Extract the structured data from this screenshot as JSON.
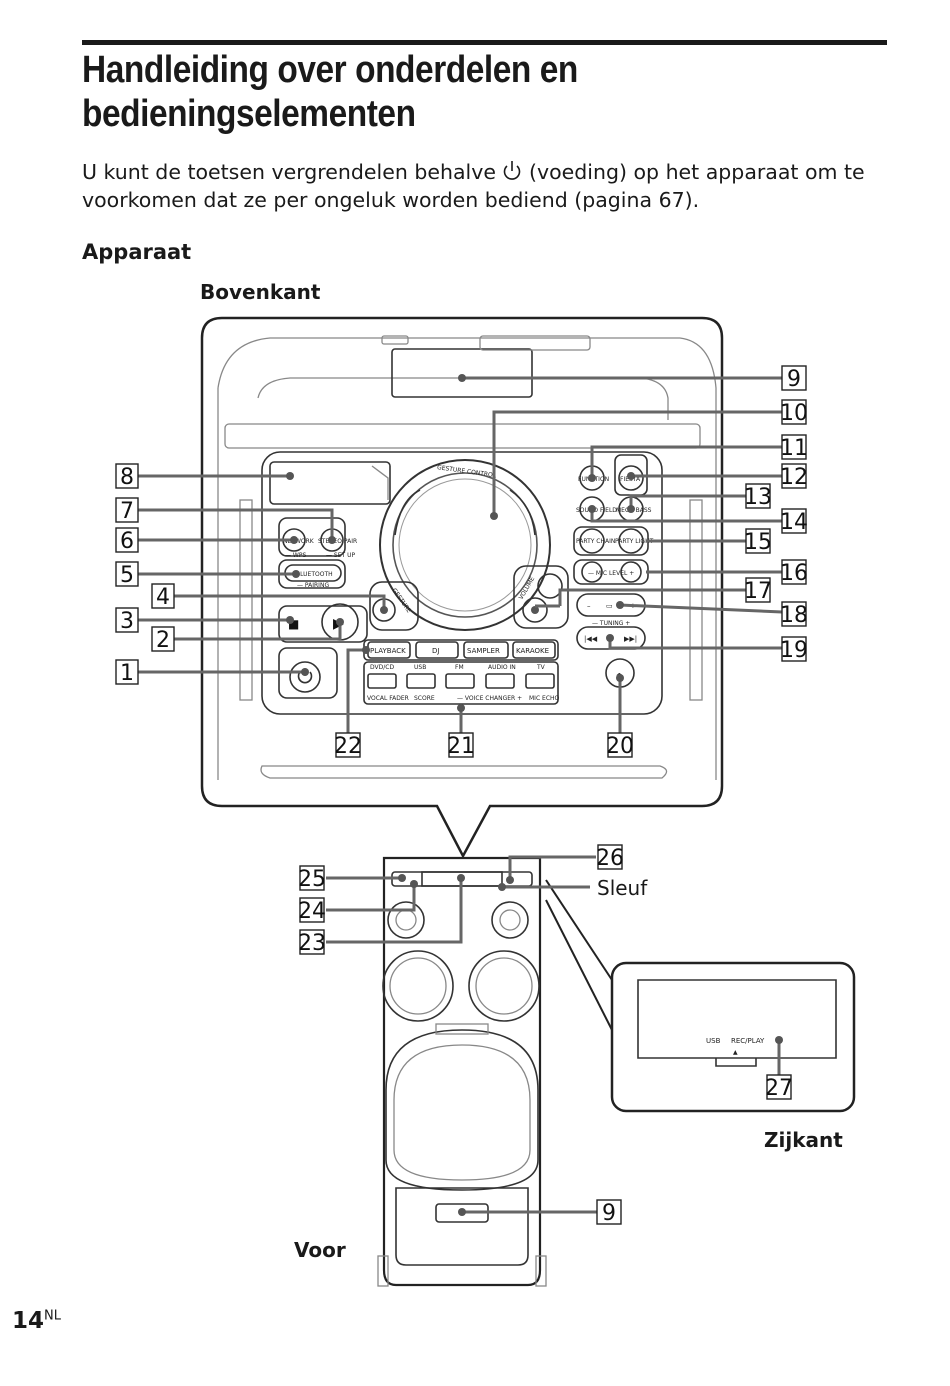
{
  "page": {
    "title_line1": "Handleiding over onderdelen en",
    "title_line2": "bedieningselementen",
    "intro_before": "U kunt de toetsen vergrendelen behalve ",
    "intro_after": " (voeding) op het apparaat om te voorkomen dat ze per ongeluk worden bediend (pagina 67).",
    "section": "Apparaat",
    "label_top": "Bovenkant",
    "label_front": "Voor",
    "label_side": "Zijkant",
    "label_slot": "Sleuf",
    "page_number": "14",
    "page_suffix": "NL"
  },
  "callouts": [
    "1",
    "2",
    "3",
    "4",
    "5",
    "6",
    "7",
    "8",
    "9",
    "10",
    "11",
    "12",
    "13",
    "14",
    "15",
    "16",
    "17",
    "18",
    "19",
    "20",
    "21",
    "22",
    "23",
    "24",
    "25",
    "26",
    "27",
    "9"
  ],
  "panel": {
    "gesture_control": "GESTURE CONTROL",
    "volume": "VOLUME",
    "gesture": "GESTURE",
    "gesture_btn": "ON OFF",
    "function": "FUNCTION",
    "fiesta": "FIESTA",
    "sound_field": "SOUND FIELD",
    "mega_bass": "MEGA BASS",
    "party_chain": "PARTY CHAIN",
    "party_light": "PARTY LIGHT",
    "mic_level": "— MIC LEVEL +",
    "tuning": "— TUNING +",
    "network": "NETWORK",
    "wps": "— WPS",
    "stereo_pair": "STEREO PAIR",
    "set_up": "— SET UP",
    "bluetooth": "BLUETOOTH",
    "pairing": "— PAIRING",
    "modes": [
      "PLAYBACK",
      "DJ",
      "SAMPLER",
      "KARAOKE"
    ],
    "sources": [
      "DVD/CD",
      "USB",
      "FM",
      "AUDIO IN",
      "TV"
    ],
    "bottom_labels": [
      "VOCAL FADER",
      "SCORE",
      "— VOICE CHANGER +",
      "MIC ECHO"
    ]
  },
  "side": {
    "usb_label": "USB",
    "rec_play": "REC/PLAY"
  }
}
